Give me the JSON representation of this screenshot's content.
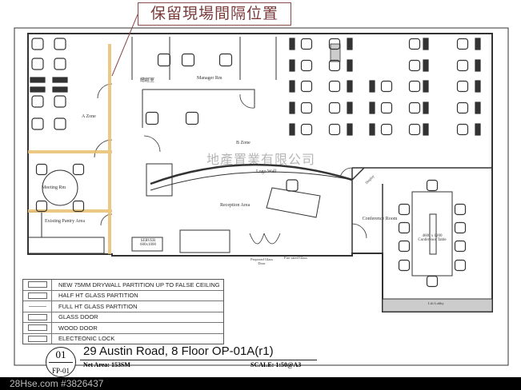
{
  "title_note": "保留現場間隔位置",
  "watermark_center": "地產置業有限公司",
  "watermark_corner": "28Hse.com #3826437",
  "rooms": {
    "a_zone": "A Zone",
    "b_zone": "B Zone",
    "manager_rm": "Manager Rm",
    "small_office": "總經室",
    "meeting_rm": "Meeting Rm",
    "pantry": "Existing Pantry Area",
    "server": "SERVER 600x1000",
    "logo_wall": "Logo Wall",
    "reception": "Reception Area",
    "conference_room": "Conference Room",
    "conference_table": "4600 x 1200 Conference Table",
    "glass_door": "Proposed Glass Door",
    "fire_glass": "Fire-rated Glass",
    "display": "Display",
    "lobby": "Lift Lobby"
  },
  "legend": [
    {
      "symbol": "drywall",
      "label": "NEW 75MM DRYWALL PARTITION up to false ceiling"
    },
    {
      "symbol": "half-glass",
      "label": "HALF HT GLASS PARTITION"
    },
    {
      "symbol": "full-glass",
      "label": "FULL HT GLASS PARTITION"
    },
    {
      "symbol": "glass-door",
      "label": "GLASS DOOR"
    },
    {
      "symbol": "wood-door",
      "label": "WOOD DOOR"
    },
    {
      "symbol": "lock",
      "label": "ELECTEONIC LOCK"
    }
  ],
  "drawing": {
    "number": "01",
    "sheet": "FP-01",
    "address": "29 Austin Road, 8 Floor   OP-01A(r1)",
    "net_area": "Net Area: 153SM",
    "scale": "SCALE: 1:50@A3"
  },
  "colors": {
    "retained_partition": "#e8c070",
    "title_note": "#7a3a3a",
    "wall": "#333333"
  }
}
